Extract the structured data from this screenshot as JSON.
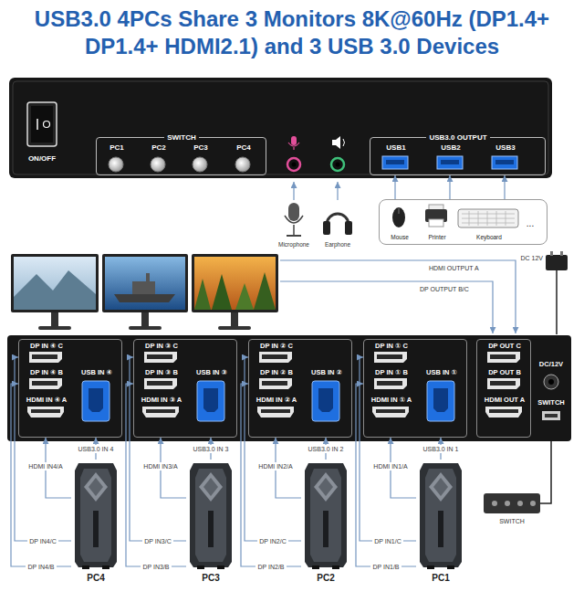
{
  "diagram": {
    "title": "USB3.0 4PCs Share 3 Monitors 8K@60Hz (DP1.4+ DP1.4+ HDMI2.1) and 3 USB 3.0 Devices",
    "nodes": [
      {
        "text": [
          "ON/OFF"
        ]
      },
      {
        "text": [
          "SWITCH",
          "PC1",
          "PC2",
          "PC3",
          "PC4"
        ],
        "in": 0
      },
      {
        "text": [
          "USB3.0 OUTPUT",
          "USB1",
          "USB2",
          "USB3"
        ],
        "in": 0
      },
      {
        "text": [
          "Mouse",
          "Printer",
          "Keyboard",
          "..."
        ]
      },
      {
        "text": [
          "DC/12V",
          "SWITCH"
        ]
      },
      {
        "text": [
          "DP IN ④ C",
          "DP IN ④ B",
          "HDMI IN ④ A",
          "USB IN ④"
        ],
        "in": 4
      },
      {
        "text": [
          "DP IN ③ C",
          "DP IN ③ B",
          "HDMI IN ③ A",
          "USB IN ③"
        ],
        "in": 4
      },
      {
        "text": [
          "DP IN ② C",
          "DP IN ② B",
          "HDMI IN ② A",
          "USB IN ②"
        ],
        "in": 4
      },
      {
        "text": [
          "DP IN ① C",
          "DP IN ① B",
          "HDMI IN ① A",
          "USB IN ①"
        ],
        "in": 4
      },
      {
        "text": [
          "DP OUT C",
          "DP OUT B",
          "HDMI OUT A"
        ],
        "in": 4
      },
      {
        "text": [
          "PC4"
        ]
      },
      {
        "text": [
          "PC3"
        ]
      },
      {
        "text": [
          "PC2"
        ]
      },
      {
        "text": [
          "PC1"
        ]
      }
    ],
    "edges": [
      {
        "from": 3,
        "to": 2,
        "arrow": "to"
      },
      {
        "from": 3,
        "to": 2,
        "arrow": "to"
      },
      {
        "from": 3,
        "to": 2,
        "arrow": "to"
      },
      {
        "from": 10,
        "to": 5,
        "label": "HDMI IN4/A",
        "arrow": "to"
      },
      {
        "from": 10,
        "to": 5,
        "label": "USB3.0 IN 4",
        "arrow": "to"
      },
      {
        "from": 10,
        "to": 5,
        "label": "DP IN4/C",
        "arrow": "to"
      },
      {
        "from": 10,
        "to": 5,
        "label": "DP IN4/B",
        "arrow": "to"
      },
      {
        "from": 11,
        "to": 6,
        "label": "HDMI IN3/A",
        "arrow": "to"
      },
      {
        "from": 11,
        "to": 6,
        "label": "USB3.0 IN 3",
        "arrow": "to"
      },
      {
        "from": 11,
        "to": 6,
        "label": "DP IN3/C",
        "arrow": "to"
      },
      {
        "from": 11,
        "to": 6,
        "label": "DP IN3/B",
        "arrow": "to"
      },
      {
        "from": 12,
        "to": 7,
        "label": "HDMI IN2/A",
        "arrow": "to"
      },
      {
        "from": 12,
        "to": 7,
        "label": "USB3.0 IN 2",
        "arrow": "to"
      },
      {
        "from": 12,
        "to": 7,
        "label": "DP IN2/C",
        "arrow": "to"
      },
      {
        "from": 12,
        "to": 7,
        "label": "DP IN2/B",
        "arrow": "to"
      },
      {
        "from": 13,
        "to": 8,
        "label": "HDMI IN1/A",
        "arrow": "to"
      },
      {
        "from": 13,
        "to": 8,
        "label": "USB3.0 IN 1",
        "arrow": "to"
      },
      {
        "from": 13,
        "to": 8,
        "label": "DP IN1/C",
        "arrow": "to"
      },
      {
        "from": 13,
        "to": 8,
        "label": "DP IN1/B",
        "arrow": "to"
      }
    ],
    "labels": [
      "Microphone",
      "Earphone",
      "HDMI OUTPUT A",
      "DP OUTPUT B/C",
      "DC 12V",
      "SWITCH"
    ]
  }
}
